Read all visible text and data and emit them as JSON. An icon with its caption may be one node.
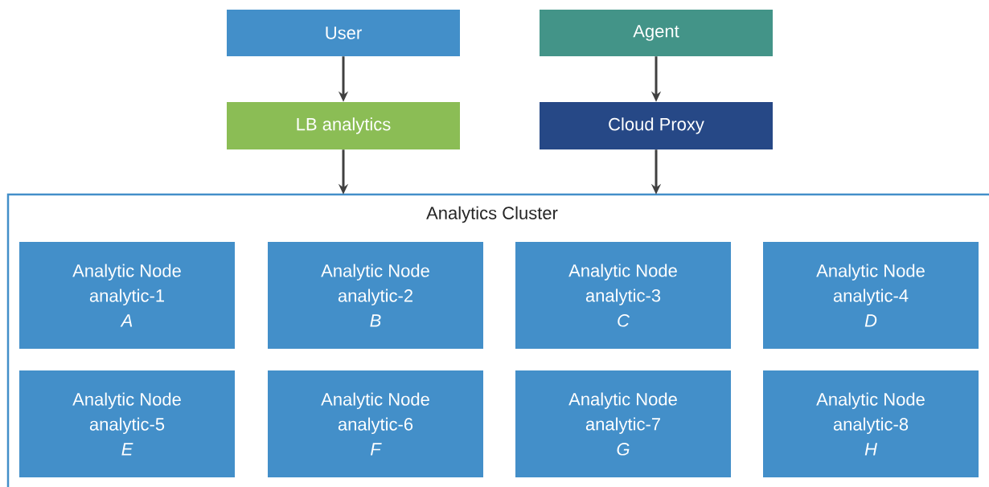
{
  "diagram": {
    "nodes": [
      {
        "text": [
          "User"
        ]
      },
      {
        "text": [
          "Agent"
        ]
      },
      {
        "text": [
          "LB analytics"
        ]
      },
      {
        "text": [
          "Cloud Proxy"
        ]
      },
      {
        "text": [
          "Analytics Cluster"
        ]
      },
      {
        "text": [
          "Analytic Node",
          "analytic-1",
          "A"
        ],
        "in": 4
      },
      {
        "text": [
          "Analytic Node",
          "analytic-2",
          "B"
        ],
        "in": 4
      },
      {
        "text": [
          "Analytic Node",
          "analytic-3",
          "C"
        ],
        "in": 4
      },
      {
        "text": [
          "Analytic Node",
          "analytic-4",
          "D"
        ],
        "in": 4
      },
      {
        "text": [
          "Analytic Node",
          "analytic-5",
          "E"
        ],
        "in": 4
      },
      {
        "text": [
          "Analytic Node",
          "analytic-6",
          "F"
        ],
        "in": 4
      },
      {
        "text": [
          "Analytic Node",
          "analytic-7",
          "G"
        ],
        "in": 4
      },
      {
        "text": [
          "Analytic Node",
          "analytic-8",
          "H"
        ],
        "in": 4
      }
    ],
    "edges": [
      {
        "from": 0,
        "to": 2,
        "arrow": "to"
      },
      {
        "from": 1,
        "to": 3,
        "arrow": "to"
      },
      {
        "from": 2,
        "to": 4,
        "arrow": "to"
      },
      {
        "from": 3,
        "to": 4,
        "arrow": "to"
      }
    ]
  }
}
